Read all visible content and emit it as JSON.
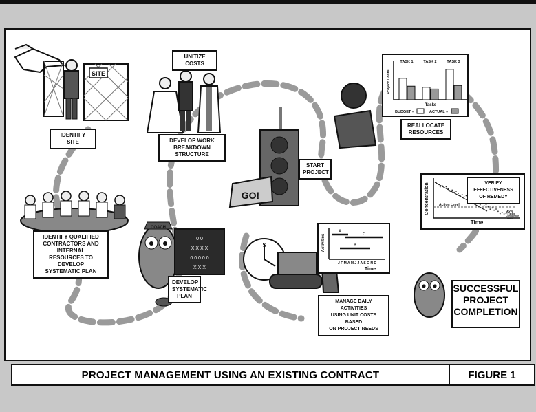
{
  "labels": {
    "identify_site": "IDENTIFY SITE",
    "unitize_costs": "UNITIZE COSTS",
    "develop_wbs": "DEVELOP WORK\nBREAKDOWN STRUCTURE",
    "start_project": "START\nPROJECT",
    "reallocate": "REALLOCATE\nRESOURCES",
    "verify": "VERIFY EFFECTIVENESS\nOF REMEDY",
    "identify_contractors": "IDENTIFY QUALIFIED\nCONTRACTORS AND INTERNAL\nRESOURCES TO DEVELOP\nSYSTEMATIC PLAN",
    "develop_plan": "DEVELOP\nSYSTEMATIC\nPLAN",
    "manage_daily": "MANAGE DAILY ACTIVITIES\nUSING UNIT COSTS BASED\nON PROJECT NEEDS",
    "success": "SUCCESSFUL\nPROJECT\nCOMPLETION"
  },
  "illustrations": {
    "site_sign": "SITE",
    "go_sign": "GO!",
    "coach_cap": "COACH",
    "clock_money": "$"
  },
  "bar_chart": {
    "ylabel": "Project Costs",
    "xlabel": "Tasks",
    "categories": [
      "TASK 1",
      "TASK 2",
      "TASK 3"
    ],
    "budget": [
      0.6,
      0.35,
      0.85
    ],
    "actual": [
      0.38,
      0.3,
      0.4
    ],
    "legend_budget": "BUDGET =",
    "legend_actual": "ACTUAL ="
  },
  "conc_chart": {
    "ylabel": "Concentration",
    "xlabel": "Time",
    "action_level": "Action Level",
    "ci_value": "95%",
    "ci_label": "Confidence\nLimits"
  },
  "gantt": {
    "ylabel": "Activities",
    "xlabel": "Time",
    "months": "J F M A M J J A S O N D",
    "tasks": [
      "A",
      "B",
      "C"
    ]
  },
  "footer": {
    "title": "PROJECT MANAGEMENT USING AN EXISTING CONTRACT",
    "figure": "FIGURE 1"
  }
}
